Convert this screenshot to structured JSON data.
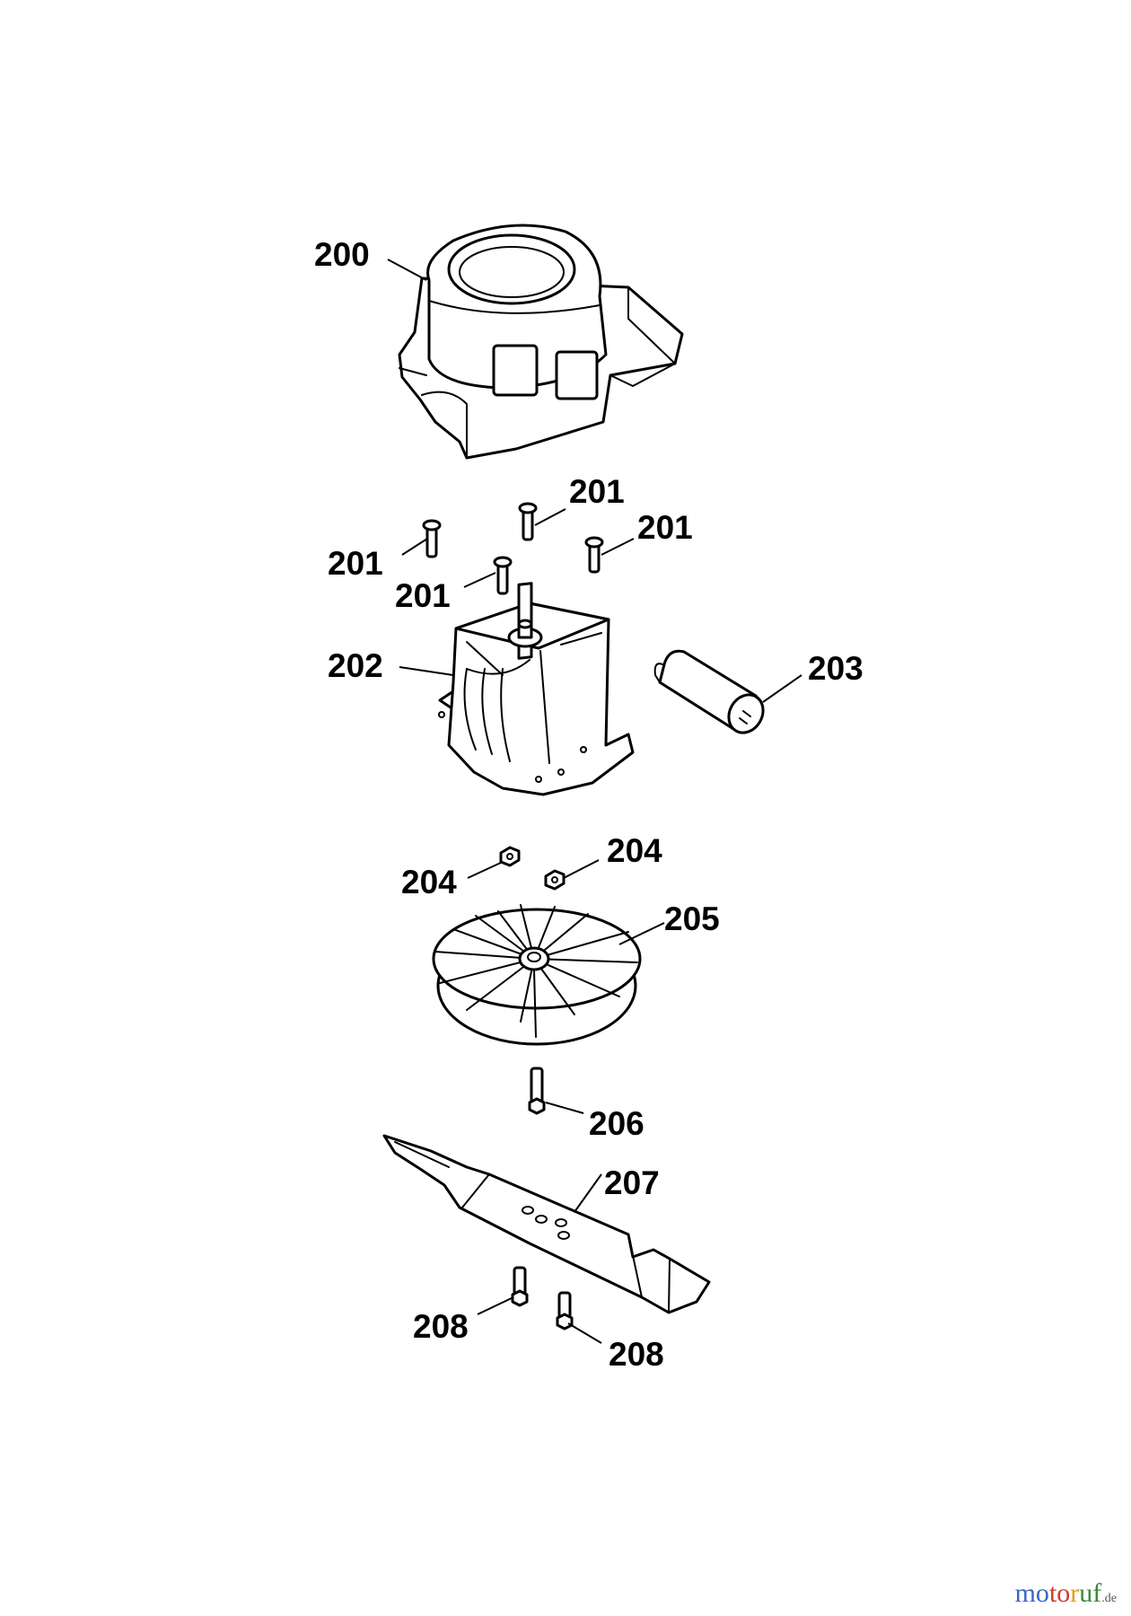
{
  "callouts": [
    {
      "id": "c200",
      "label": "200"
    },
    {
      "id": "c201a",
      "label": "201"
    },
    {
      "id": "c201b",
      "label": "201"
    },
    {
      "id": "c201c",
      "label": "201"
    },
    {
      "id": "c201d",
      "label": "201"
    },
    {
      "id": "c202",
      "label": "202"
    },
    {
      "id": "c203",
      "label": "203"
    },
    {
      "id": "c204a",
      "label": "204"
    },
    {
      "id": "c204b",
      "label": "204"
    },
    {
      "id": "c205",
      "label": "205"
    },
    {
      "id": "c206",
      "label": "206"
    },
    {
      "id": "c207",
      "label": "207"
    },
    {
      "id": "c208a",
      "label": "208"
    },
    {
      "id": "c208b",
      "label": "208"
    }
  ],
  "watermark": {
    "part1": "mo",
    "part2": "to",
    "part3": "r",
    "part4": "uf",
    "suffix": ".de"
  }
}
